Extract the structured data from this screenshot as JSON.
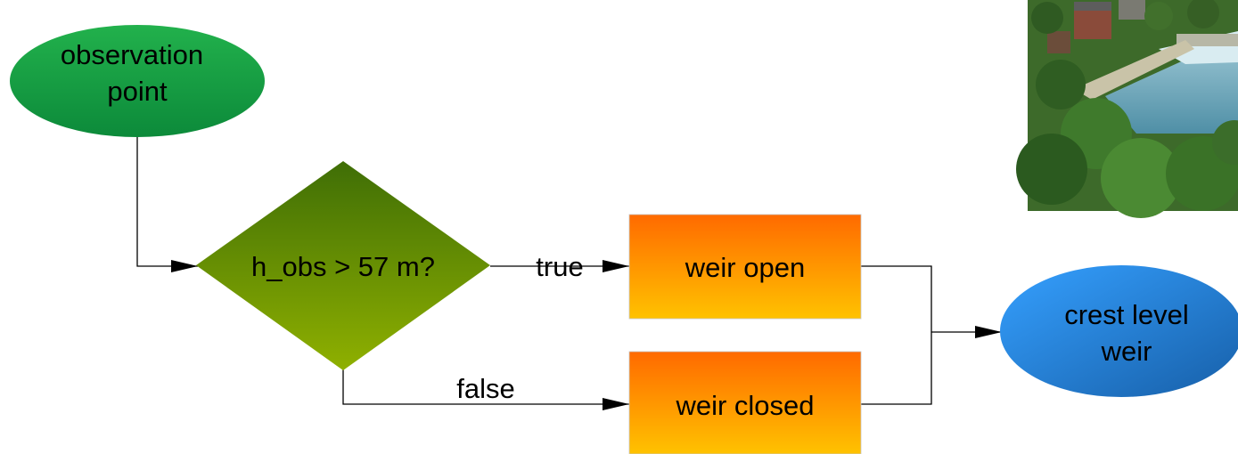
{
  "nodes": {
    "start": {
      "lines": [
        "observation",
        "point"
      ]
    },
    "decision": {
      "text": "h_obs > 57 m?"
    },
    "open": {
      "text": "weir open"
    },
    "closed": {
      "text": "weir closed"
    },
    "end": {
      "lines": [
        "crest level",
        "weir"
      ]
    }
  },
  "edges": {
    "true_label": "true",
    "false_label": "false"
  },
  "colors": {
    "start_top": "#22b14c",
    "start_bottom": "#0c8a3a",
    "decision_top": "#3f6e06",
    "decision_bottom": "#8fb000",
    "process_top": "#ff6a00",
    "process_bottom": "#ffc200",
    "end_left": "#2f95f2",
    "end_right": "#1a67b0"
  },
  "photo": {
    "icon": "river-weir-photo"
  }
}
